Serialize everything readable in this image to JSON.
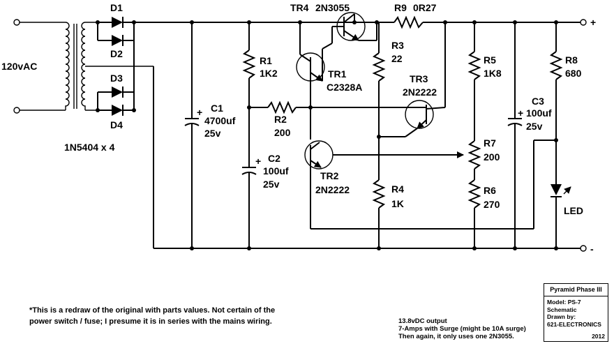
{
  "input": {
    "voltage": "120vAC"
  },
  "outputs": {
    "positive": "+",
    "negative": "-"
  },
  "components": {
    "d1": "D1",
    "d2": "D2",
    "d3": "D3",
    "d4": "D4",
    "diode_spec": "1N5404 x 4",
    "c1": {
      "ref": "C1",
      "value": "4700uf",
      "voltage": "25v"
    },
    "c2": {
      "ref": "C2",
      "value": "100uf",
      "voltage": "25v"
    },
    "c3": {
      "ref": "C3",
      "value": "100uf",
      "voltage": "25v"
    },
    "r1": {
      "ref": "R1",
      "value": "1K2"
    },
    "r2": {
      "ref": "R2",
      "value": "200"
    },
    "r3": {
      "ref": "R3",
      "value": "22"
    },
    "r4": {
      "ref": "R4",
      "value": "1K"
    },
    "r5": {
      "ref": "R5",
      "value": "1K8"
    },
    "r6": {
      "ref": "R6",
      "value": "270"
    },
    "r7": {
      "ref": "R7",
      "value": "200"
    },
    "r8": {
      "ref": "R8",
      "value": "680"
    },
    "r9": {
      "ref": "R9",
      "value": "0R27"
    },
    "tr1": {
      "ref": "TR1",
      "value": "C2328A"
    },
    "tr2": {
      "ref": "TR2",
      "value": "2N2222"
    },
    "tr3": {
      "ref": "TR3",
      "value": "2N2222"
    },
    "tr4": {
      "ref": "TR4",
      "value": "2N3055"
    },
    "led": "LED",
    "plus": "+"
  },
  "notes": {
    "line1": "*This is a redraw of the original with parts values. Not certain of the",
    "line2": "power switch / fuse; I presume it is in series with the mains wiring.",
    "out1": "13.8vDC output",
    "out2": "7-Amps with Surge (might be 10A surge)",
    "out3": "Then again, it only uses one 2N3055."
  },
  "title_block": {
    "title": "Pyramid Phase III",
    "model": "Model: PS-7",
    "type": "Schematic",
    "drawn": "Drawn by:",
    "author": "621-ELECTRONICS",
    "year": "2012"
  }
}
